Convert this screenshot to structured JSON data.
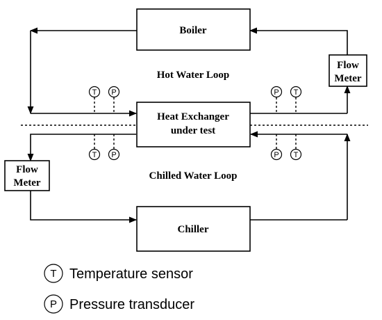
{
  "components": {
    "boiler": "Boiler",
    "chiller": "Chiller",
    "heat_exchanger": [
      "Heat Exchanger",
      "under test"
    ],
    "flow_meter_hot": [
      "Flow",
      "Meter"
    ],
    "flow_meter_cold": [
      "Flow",
      "Meter"
    ]
  },
  "loops": {
    "hot": "Hot Water Loop",
    "chilled": "Chilled Water Loop"
  },
  "sensors": {
    "hot_inlet": [
      "T",
      "P"
    ],
    "hot_outlet": [
      "P",
      "T"
    ],
    "cold_outlet": [
      "T",
      "P"
    ],
    "cold_inlet": [
      "P",
      "T"
    ]
  },
  "legend": [
    {
      "symbol": "T",
      "text": "Temperature sensor"
    },
    {
      "symbol": "P",
      "text": "Pressure transducer"
    }
  ]
}
